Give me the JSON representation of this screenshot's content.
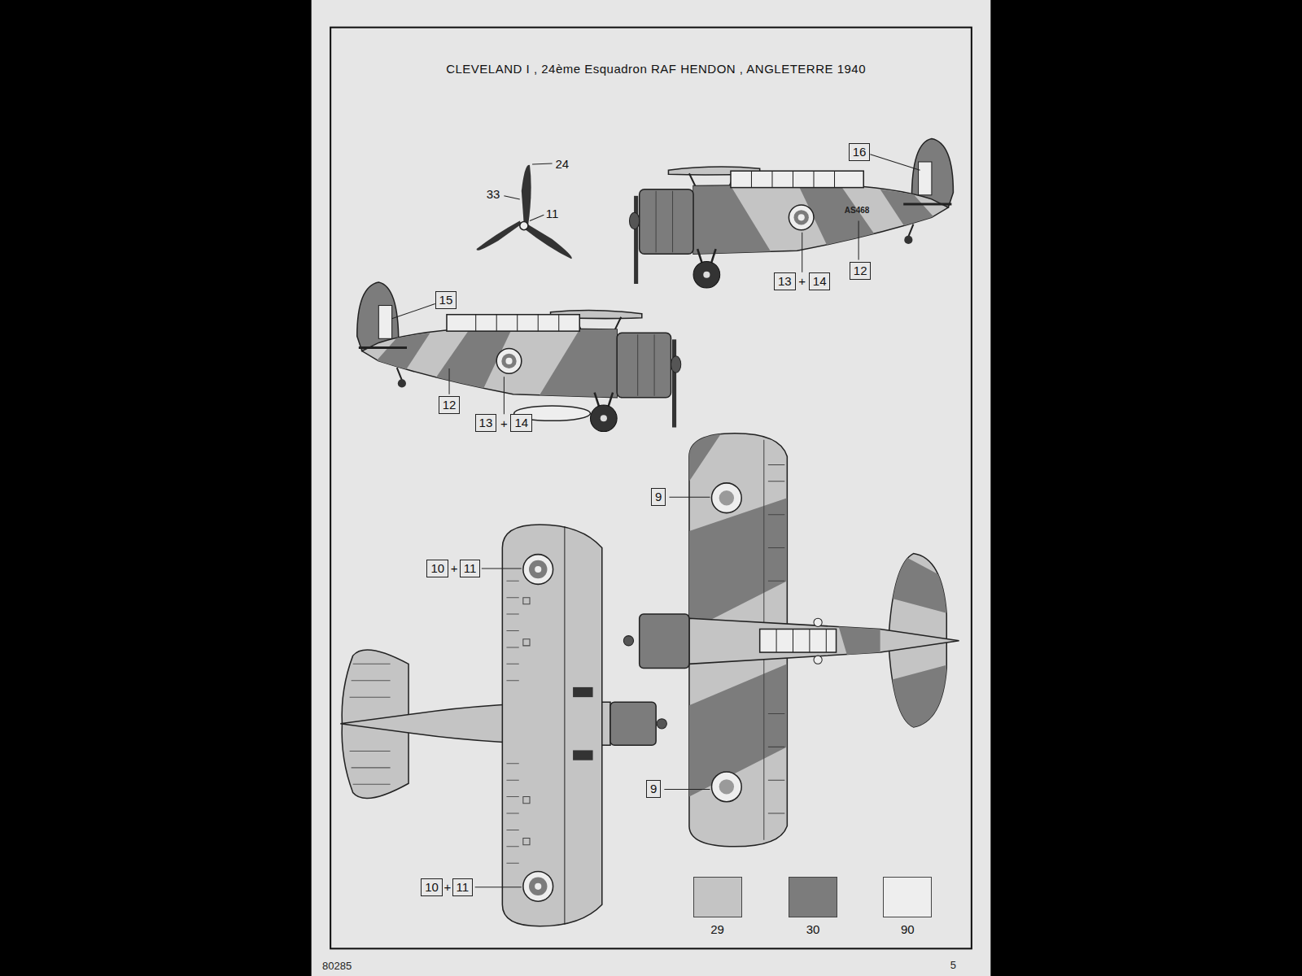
{
  "diagram": {
    "title": "CLEVELAND I , 24ème Esquadron RAF HENDON , ANGLETERRE 1940",
    "nodes": [
      {
        "text": [
          "16"
        ]
      },
      {
        "text": [
          "12"
        ]
      },
      {
        "text": [
          "13"
        ]
      },
      {
        "text": [
          "14"
        ]
      },
      {
        "text": [
          "15"
        ]
      },
      {
        "text": [
          "12"
        ]
      },
      {
        "text": [
          "13"
        ]
      },
      {
        "text": [
          "14"
        ]
      },
      {
        "text": [
          "9"
        ]
      },
      {
        "text": [
          "10"
        ]
      },
      {
        "text": [
          "11"
        ]
      },
      {
        "text": [
          "9"
        ]
      },
      {
        "text": [
          "10"
        ]
      },
      {
        "text": [
          "11"
        ]
      }
    ],
    "labels": [
      "24",
      "33",
      "11",
      "AS468",
      "+",
      "+",
      "+",
      "+",
      "80285",
      "5"
    ],
    "legend": [
      {
        "text": "29",
        "color": "#c4c4c4"
      },
      {
        "text": "30",
        "color": "#7c7c7c"
      },
      {
        "text": "90",
        "color": "#eeeeee"
      }
    ]
  }
}
